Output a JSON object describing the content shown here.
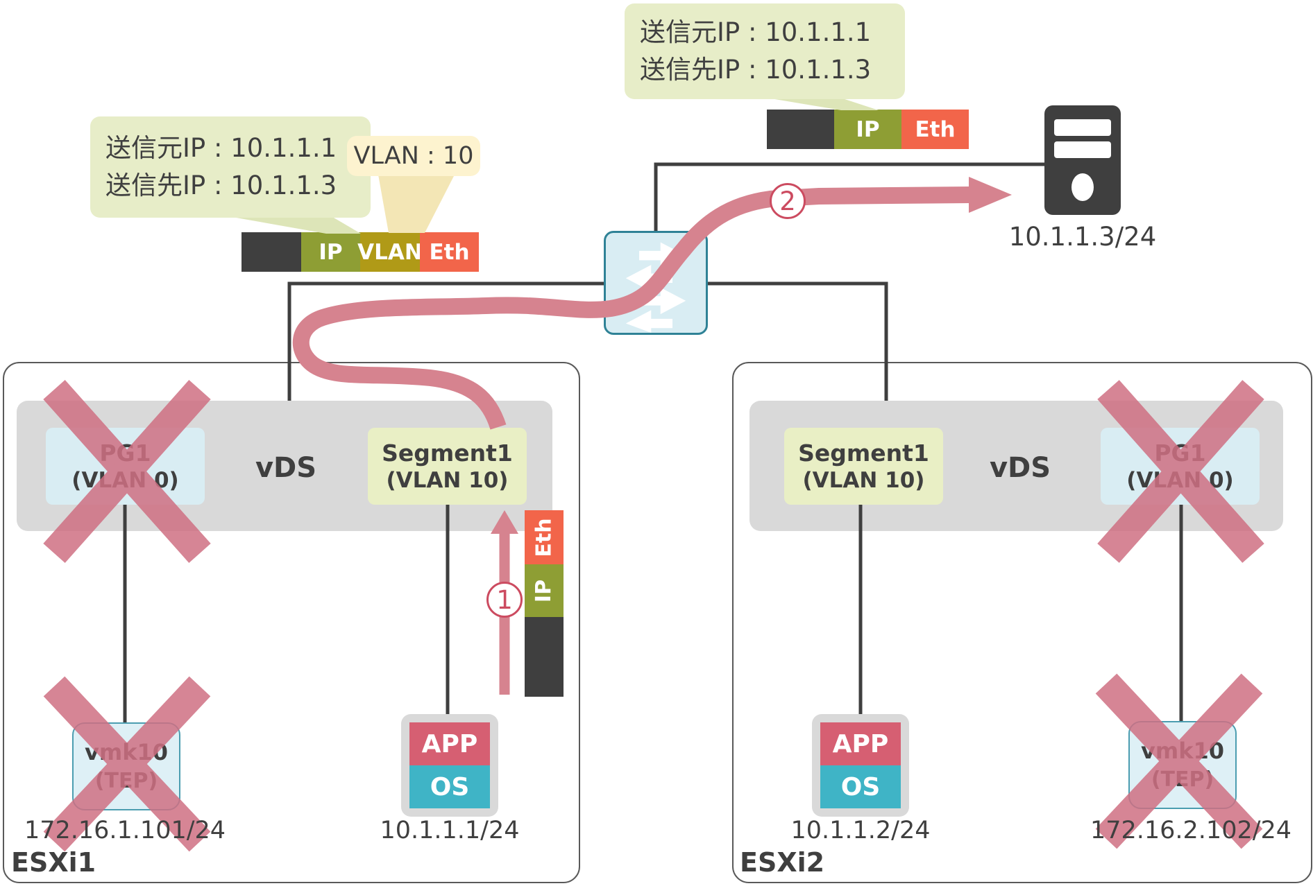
{
  "colors": {
    "packet_payload": "#3f3f3f",
    "packet_ip": "#8e9e34",
    "packet_vlan": "#b09a17",
    "packet_eth": "#f2654a",
    "callout_green_bg": "#e7edc8",
    "callout_green_tail": "#dde5b8",
    "callout_yellow_bg": "#fdf3cf",
    "callout_yellow_tail": "#f3e6b5",
    "flow_pink": "#d6838f",
    "cross_pink": "#cf7083",
    "switch_fill": "#d9edf3",
    "switch_border": "#2f8296",
    "box_gray": "#d9d9d9",
    "pg_blue": "#d9edf3",
    "segment_green": "#e9efc5",
    "vmk_blue": "#def0f6",
    "app_red": "#d65f72",
    "os_teal": "#3fb4c6",
    "line_dark": "#3f3f3f",
    "step_pink": "#cc4b60"
  },
  "callouts": {
    "left": {
      "line1": "送信元IP : 10.1.1.1",
      "line2": "送信先IP : 10.1.1.3"
    },
    "vlan": {
      "label": "VLAN : 10"
    },
    "right": {
      "line1": "送信元IP : 10.1.1.1",
      "line2": "送信先IP : 10.1.1.3"
    }
  },
  "packets": {
    "tagged": {
      "ip": "IP",
      "vlan": "VLAN",
      "eth": "Eth"
    },
    "untagged": {
      "ip": "IP",
      "eth": "Eth"
    },
    "vm": {
      "eth": "Eth",
      "ip": "IP"
    }
  },
  "flow": {
    "step1": "1",
    "step2": "2"
  },
  "server": {
    "ip_label": "10.1.1.3/24"
  },
  "hosts": [
    {
      "name": "ESXi1",
      "vds_label": "vDS",
      "pg": {
        "title": "PG1",
        "subtitle": "(VLAN 0)"
      },
      "segment": {
        "title": "Segment1",
        "subtitle": "(VLAN 10)"
      },
      "vmk": {
        "title": "vmk10",
        "subtitle": "(TEP)",
        "ip": "172.16.1.101/24"
      },
      "vm": {
        "app": "APP",
        "os": "OS",
        "ip": "10.1.1.1/24"
      }
    },
    {
      "name": "ESXi2",
      "vds_label": "vDS",
      "pg": {
        "title": "PG1",
        "subtitle": "(VLAN 0)"
      },
      "segment": {
        "title": "Segment1",
        "subtitle": "(VLAN 10)"
      },
      "vmk": {
        "title": "vmk10",
        "subtitle": "(TEP)",
        "ip": "172.16.2.102/24"
      },
      "vm": {
        "app": "APP",
        "os": "OS",
        "ip": "10.1.1.2/24"
      }
    }
  ]
}
